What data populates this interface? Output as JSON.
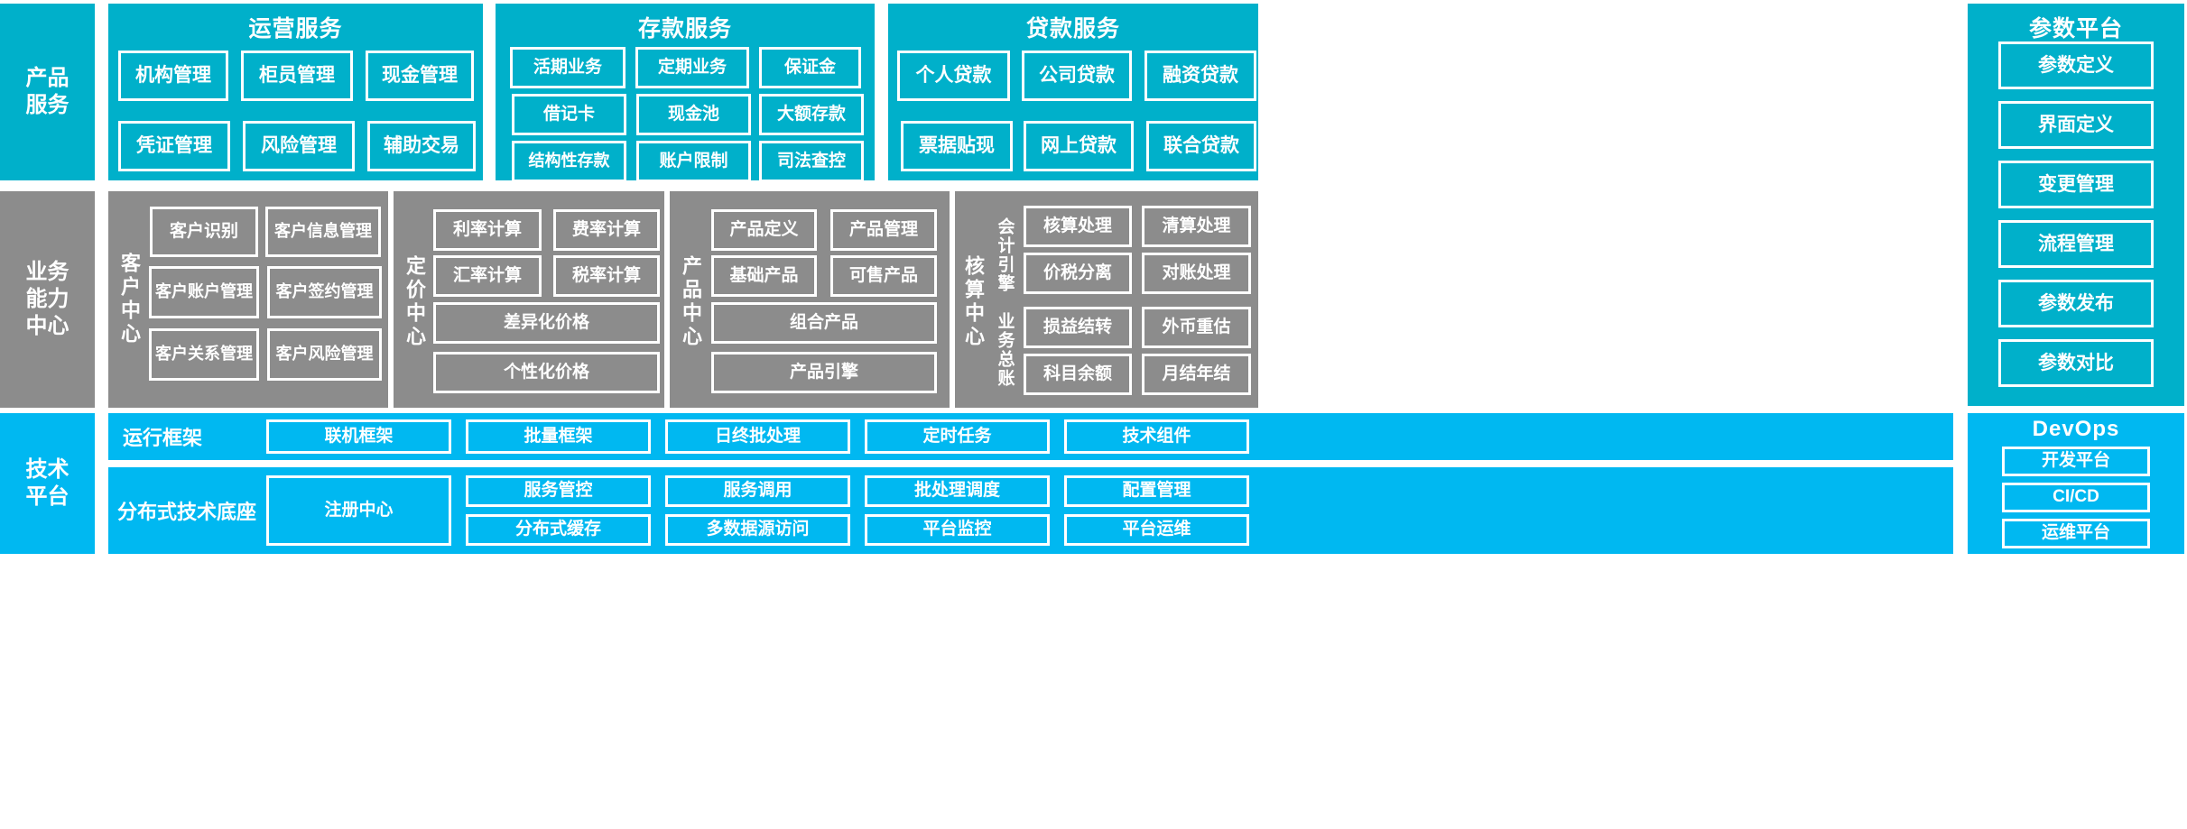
{
  "colors": {
    "teal": "#00B0CA",
    "gray": "#8C8C8C",
    "cyan": "#00B8F1",
    "tile_border": "#FFFFFF",
    "text": "#FFFFFF"
  },
  "rows": {
    "product_service": {
      "label": "产品\n服务",
      "label_line1": "产品",
      "label_line2": "服务"
    },
    "business_capability": {
      "label_line1": "业务",
      "label_line2": "能力",
      "label_line3": "中心"
    },
    "technical_platform": {
      "label_line1": "技术",
      "label_line2": "平台"
    }
  },
  "product_service": {
    "panels": [
      {
        "title": "运营服务",
        "rows": [
          [
            "机构管理",
            "柜员管理",
            "现金管理"
          ],
          [
            "凭证管理",
            "风险管理",
            "辅助交易"
          ]
        ]
      },
      {
        "title": "存款服务",
        "rows": [
          [
            "活期业务",
            "定期业务",
            "保证金"
          ],
          [
            "借记卡",
            "现金池",
            "大额存款"
          ],
          [
            "结构性存款",
            "账户限制",
            "司法查控"
          ]
        ]
      },
      {
        "title": "贷款服务",
        "rows": [
          [
            "个人贷款",
            "公司贷款",
            "融资贷款"
          ],
          [
            "票据贴现",
            "网上贷款",
            "联合贷款"
          ]
        ]
      }
    ]
  },
  "parameter_platform": {
    "title": "参数平台",
    "items": [
      "参数定义",
      "界面定义",
      "变更管理",
      "流程管理",
      "参数发布",
      "参数对比"
    ]
  },
  "devops": {
    "title": "DevOps",
    "items": [
      "开发平台",
      "CI/CD",
      "运维平台"
    ]
  },
  "business_capability": {
    "centers": [
      {
        "vlabel": "客户中心",
        "tiles": [
          "客户识别",
          "客户信息管理",
          "客户账户管理",
          "客户签约管理",
          "客户关系管理",
          "客户风险管理"
        ]
      },
      {
        "vlabel": "定价中心",
        "tiles": [
          "利率计算",
          "费率计算",
          "汇率计算",
          "税率计算",
          "差异化价格",
          "个性化价格"
        ]
      },
      {
        "vlabel": "产品中心",
        "tiles": [
          "产品定义",
          "产品管理",
          "基础产品",
          "可售产品",
          "组合产品",
          "产品引擎"
        ]
      },
      {
        "vlabel": "核算中心",
        "sublabels": [
          "会计引擎",
          "业务总账"
        ],
        "tiles": [
          "核算处理",
          "清算处理",
          "价税分离",
          "对账处理",
          "损益结转",
          "外币重估",
          "科目余额",
          "月结年结"
        ]
      }
    ]
  },
  "technical_platform": {
    "runtime_framework": {
      "label": "运行框架",
      "tiles": [
        "联机框架",
        "批量框架",
        "日终批处理",
        "定时任务",
        "技术组件"
      ]
    },
    "distributed_base": {
      "label": "分布式技术底座",
      "register": "注册中心",
      "columns": [
        [
          "服务管控",
          "分布式缓存"
        ],
        [
          "服务调用",
          "多数据源访问"
        ],
        [
          "批处理调度",
          "平台监控"
        ],
        [
          "配置管理",
          "平台运维"
        ]
      ]
    }
  }
}
